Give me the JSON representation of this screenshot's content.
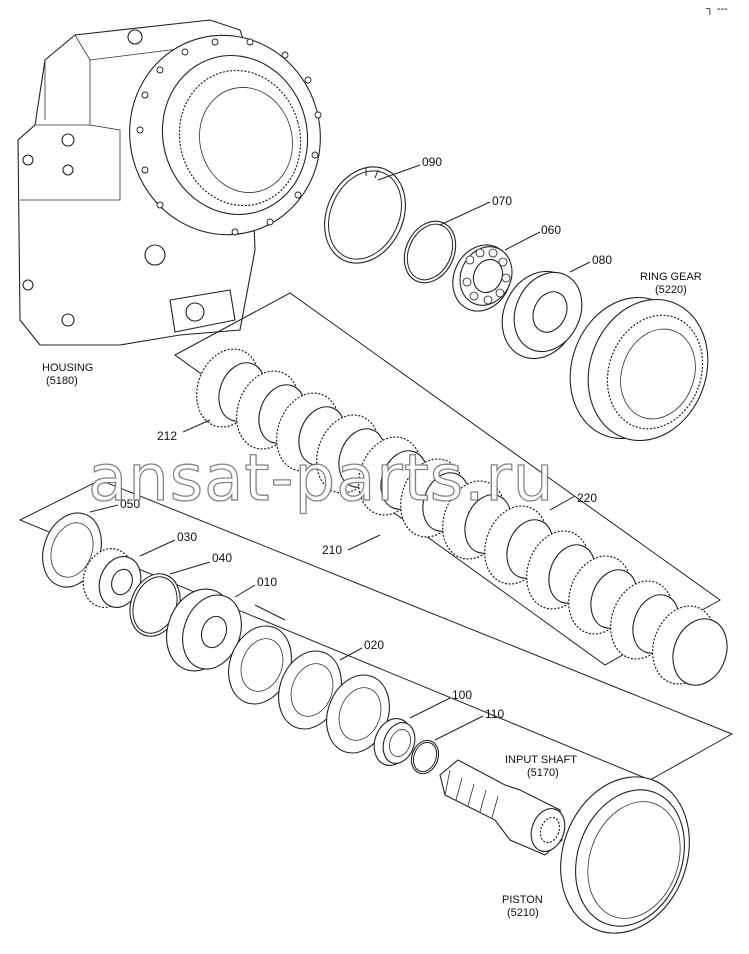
{
  "corner_mark": "┐ ---",
  "watermark": "ansat-parts.ru",
  "parts": {
    "housing": {
      "name": "HOUSING",
      "code": "(5180)"
    },
    "ring_gear": {
      "name": "RING GEAR",
      "code": "(5220)"
    },
    "input_shaft": {
      "name": "INPUT SHAFT",
      "code": "(5170)"
    },
    "piston": {
      "name": "PISTON",
      "code": "(5210)"
    }
  },
  "callouts": {
    "c090": "090",
    "c070": "070",
    "c060": "060",
    "c080": "080",
    "c212": "212",
    "c220": "220",
    "c210": "210",
    "c050": "050",
    "c030": "030",
    "c040": "040",
    "c010": "010",
    "c020": "020",
    "c100": "100",
    "c110": "110"
  }
}
